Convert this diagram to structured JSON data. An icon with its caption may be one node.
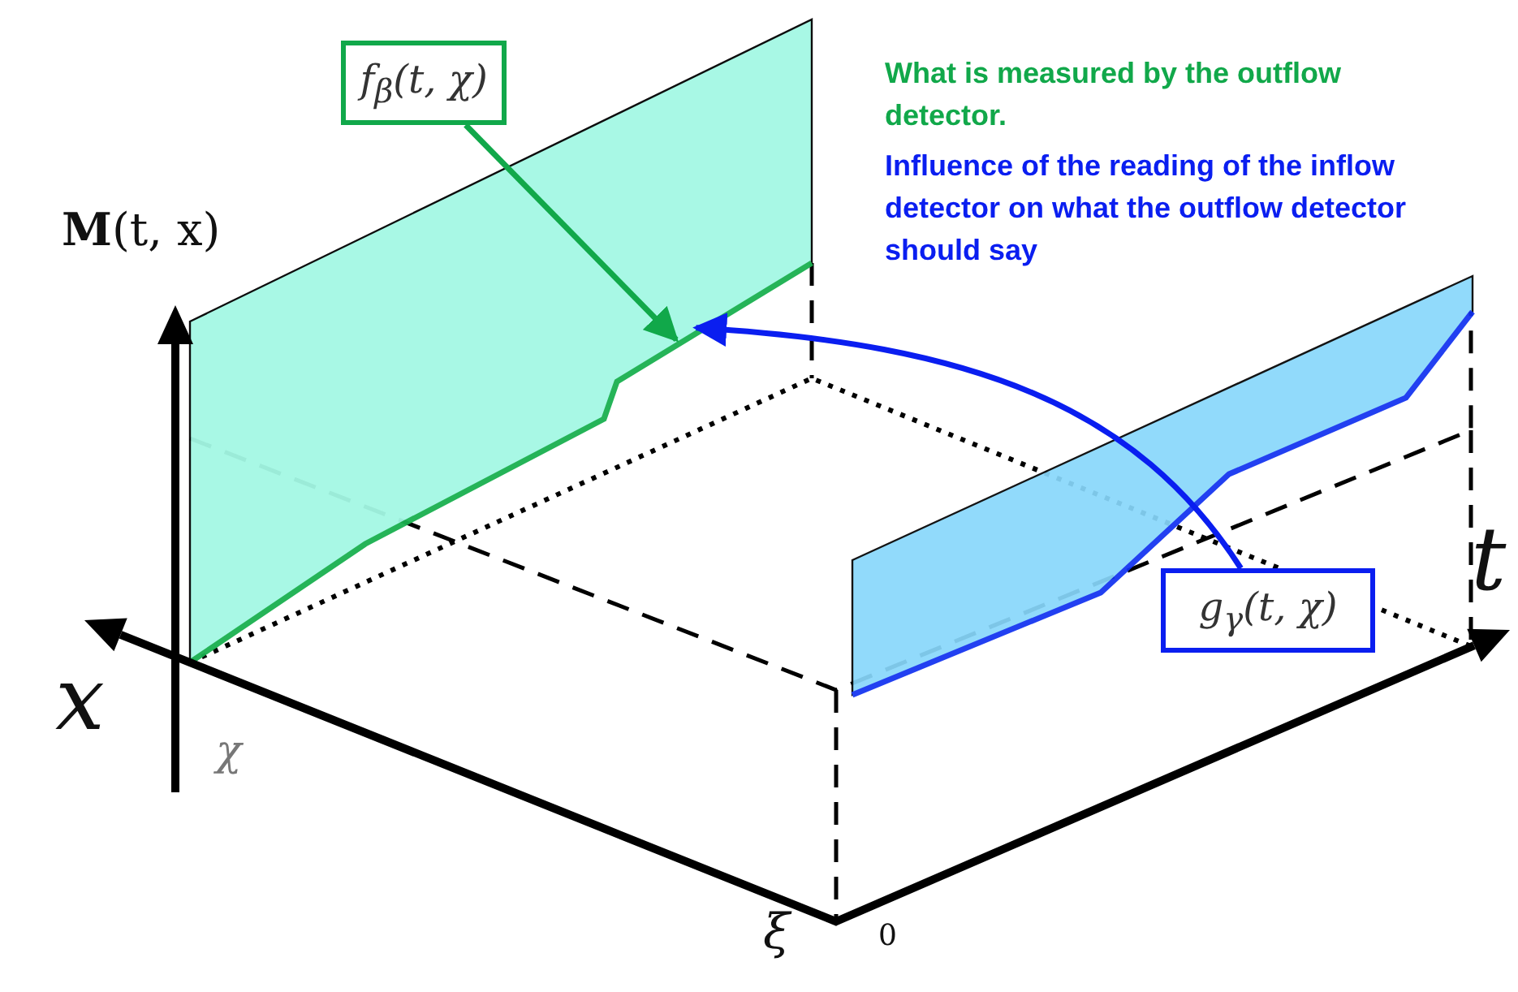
{
  "diagram": {
    "nodes": [
      {
        "text": [
          "f$_{β}$(t, χ)"
        ]
      },
      {
        "text": [
          "g$_{γ}$(t, χ)"
        ]
      },
      {
        "text": [],
        "shape": "picture"
      }
    ],
    "edges": [
      {
        "from": 0,
        "to": 2,
        "arrow": "to",
        "color": "#11a84a"
      },
      {
        "from": 1,
        "to": 2,
        "arrow": "to",
        "color": "#0a1ef0"
      }
    ],
    "labels": [
      "What is measured by the outflow detector.",
      "Influence of the reading of the inflow detector on what the outflow detector should say",
      "**M**(t, x)",
      "x",
      "χ",
      "t",
      "ξ",
      "0"
    ]
  }
}
